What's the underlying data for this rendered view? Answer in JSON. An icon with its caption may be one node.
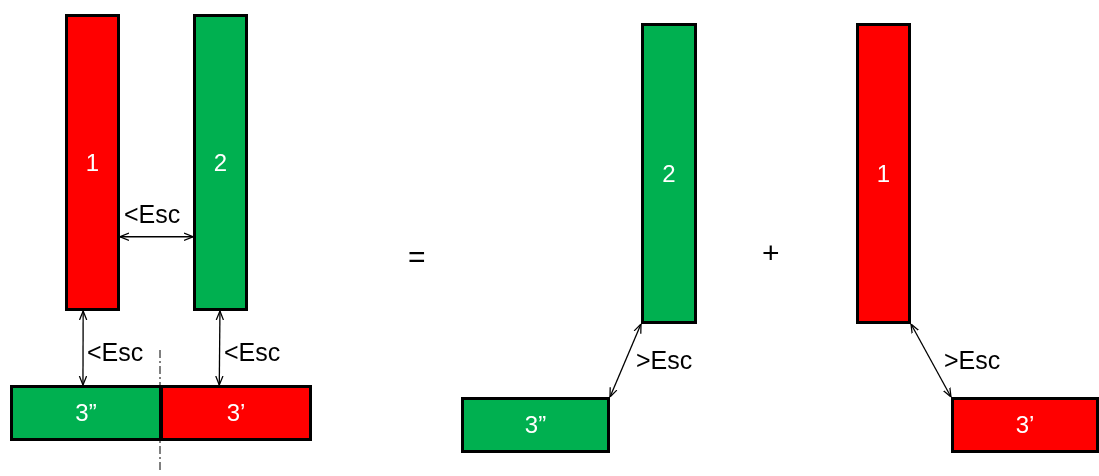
{
  "diagram": {
    "nodes": [
      {
        "text": [
          "1"
        ]
      },
      {
        "text": [
          "2"
        ]
      },
      {
        "text": [
          "3”"
        ]
      },
      {
        "text": [
          "3’"
        ]
      },
      {
        "text": [
          "2"
        ]
      },
      {
        "text": [
          "1"
        ]
      },
      {
        "text": [
          "3”"
        ]
      },
      {
        "text": [
          "3’"
        ]
      }
    ],
    "edges": [
      {
        "from": 0,
        "to": 1,
        "arrow": "both",
        "label": "<Esc"
      },
      {
        "from": 0,
        "to": 2,
        "arrow": "both",
        "label": "<Esc"
      },
      {
        "from": 1,
        "to": 3,
        "arrow": "both",
        "label": "<Esc"
      },
      {
        "from": 4,
        "to": 6,
        "arrow": "both",
        "label": ">Esc"
      },
      {
        "from": 5,
        "to": 7,
        "arrow": "both",
        "label": ">Esc"
      }
    ],
    "labels": [
      "=",
      "+"
    ]
  }
}
